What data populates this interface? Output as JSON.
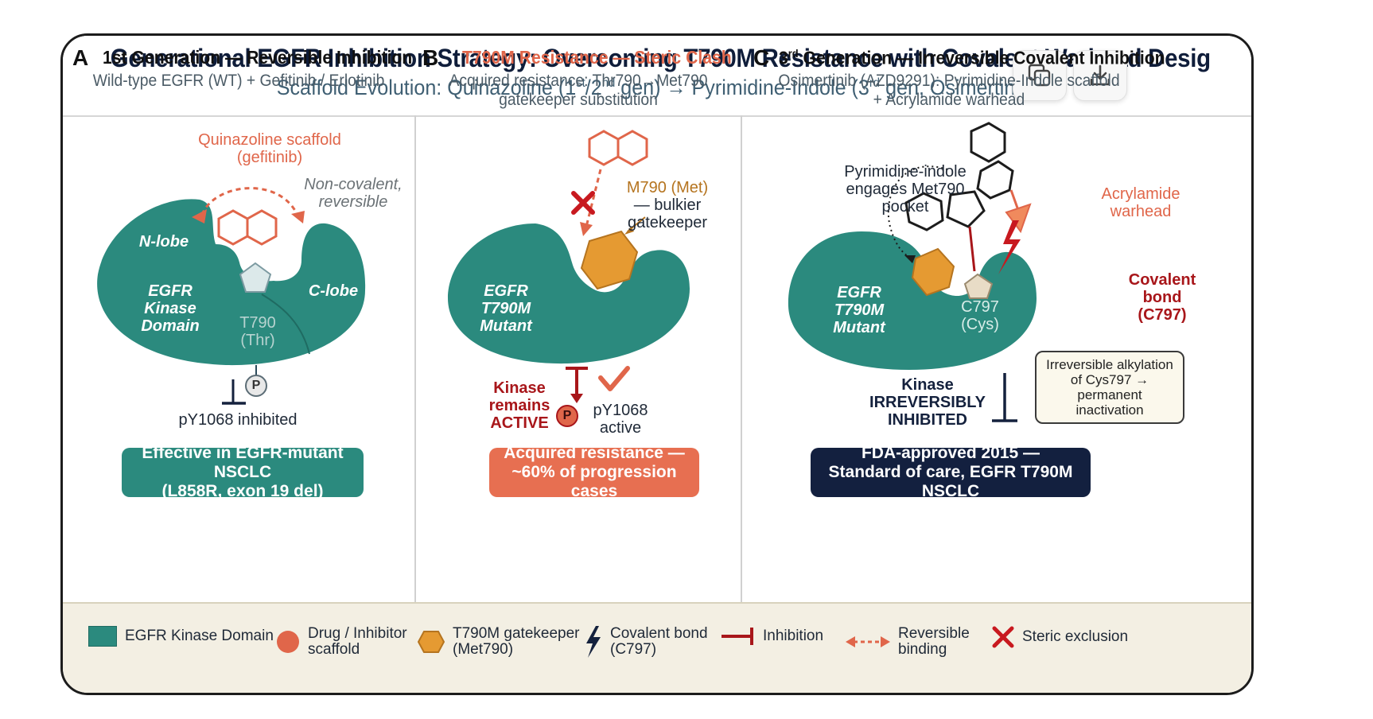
{
  "header": {
    "title": "Generational EGFR Inhibition Strategy: Overcoming T790M Resistance with Covalent Warhead Desig",
    "subtitle_pre": "Scaffold Evolution: Quinazoline (1",
    "sup1": "st",
    "sub_mid1": "/2",
    "sup2": "nd",
    "sub_mid2": " gen) → Pyrimidine-Indole (3",
    "sup3": "rd",
    "sub_post": " gen, Osimertinib)",
    "copy_icon": "copy-icon",
    "download_icon": "download-icon"
  },
  "panels": {
    "a": {
      "letter": "A",
      "title": "1st Generation — Reversible Inhibition",
      "subtitle": "Wild-type EGFR (WT) + Gefitinib / Erlotinib",
      "scaffold_label_1": "Quinazoline scaffold",
      "scaffold_label_2": "(gefitinib)",
      "binding_note_1": "Non-covalent,",
      "binding_note_2": "reversible",
      "n_lobe": "N-lobe",
      "c_lobe": "C-lobe",
      "domain_1": "EGFR",
      "domain_2": "Kinase",
      "domain_3": "Domain",
      "residue_1": "T790",
      "residue_2": "(Thr)",
      "phospho": "P",
      "readout": "pY1068 inhibited",
      "banner_1": "Effective in EGFR-mutant NSCLC",
      "banner_2": "(L858R, exon 19 del)"
    },
    "b": {
      "letter": "B",
      "title": "T790M Resistance — Steric Clash",
      "subtitle_1": "Acquired resistance: Thr790→Met790",
      "subtitle_2": "gatekeeper substitution",
      "gatekeeper_1": "M790 (Met)",
      "gatekeeper_2": "— bulkier",
      "gatekeeper_3": "gatekeeper",
      "domain_1": "EGFR",
      "domain_2": "T790M",
      "domain_3": "Mutant",
      "status_1": "Kinase",
      "status_2": "remains",
      "status_3": "ACTIVE",
      "phospho": "P",
      "readout_1": "pY1068",
      "readout_2": "active",
      "banner_1": "Acquired resistance —",
      "banner_2": "~60% of progression cases"
    },
    "c": {
      "letter": "C",
      "title_pre": "3",
      "title_sup": "rd",
      "title_post": " Generation — Irreversible Covalent Inhibition",
      "subtitle_1": "Osimertinib (AZD9291): Pyrimidine-Indole scaffold",
      "subtitle_2": "+ Acrylamide warhead",
      "engage_1": "Pyrimidine-indole",
      "engage_2": "engages Met790",
      "engage_3": "pocket",
      "warhead_1": "Acrylamide",
      "warhead_2": "warhead",
      "covalent_1": "Covalent",
      "covalent_2": "bond",
      "covalent_3": "(C797)",
      "domain_1": "EGFR",
      "domain_2": "T790M",
      "domain_3": "Mutant",
      "residue_1": "C797",
      "residue_2": "(Cys)",
      "callout_1": "Irreversible alkylation",
      "callout_2": "of Cys797 → permanent",
      "callout_3": "inactivation",
      "status_1": "Kinase",
      "status_2": "IRREVERSIBLY",
      "status_3": "INHIBITED",
      "banner_1": "FDA-approved 2015 —",
      "banner_2": "Standard of care, EGFR T790M NSCLC"
    }
  },
  "legend": {
    "kinase_1": "EGFR Kinase Domain",
    "drug_1": "Drug / Inhibitor",
    "drug_2": "scaffold",
    "gate_1": "T790M gatekeeper",
    "gate_2": "(Met790)",
    "cov_1": "Covalent bond",
    "cov_2": "(C797)",
    "inhib_1": "Inhibition",
    "rev_1": "Reversible",
    "rev_2": "binding",
    "steric_1": "Steric exclusion"
  },
  "colors": {
    "teal": "#2b8a7e",
    "coral": "#e0664a",
    "orange": "#e59a32",
    "dark_red": "#a8161a",
    "navy": "#14213d",
    "banner_teal": "#2b8a7e",
    "banner_coral": "#e76f51",
    "banner_navy": "#13203f"
  }
}
